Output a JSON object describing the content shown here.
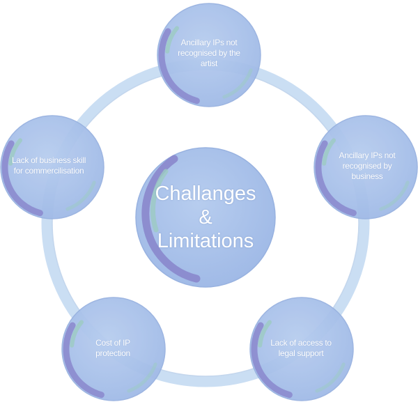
{
  "diagram": {
    "center": {
      "lines": [
        "Challanges",
        "&",
        "Limitations"
      ]
    },
    "nodes": [
      {
        "label": "Ancillary IPs not recognised by the artist"
      },
      {
        "label": "Ancillary IPs not recognised by business"
      },
      {
        "label": "Lack of access to legal support"
      },
      {
        "label": "Cost of IP protection"
      },
      {
        "label": "Lack of business skill for commercilisation"
      }
    ]
  },
  "colors": {
    "circle_fill": "#a9c1ea",
    "circle_stroke": "#98b2e0",
    "ring": "#c7dcf2",
    "crescent_purple": "#8a87cc",
    "crescent_teal": "#9ccbc2",
    "text": "#ffffff"
  }
}
